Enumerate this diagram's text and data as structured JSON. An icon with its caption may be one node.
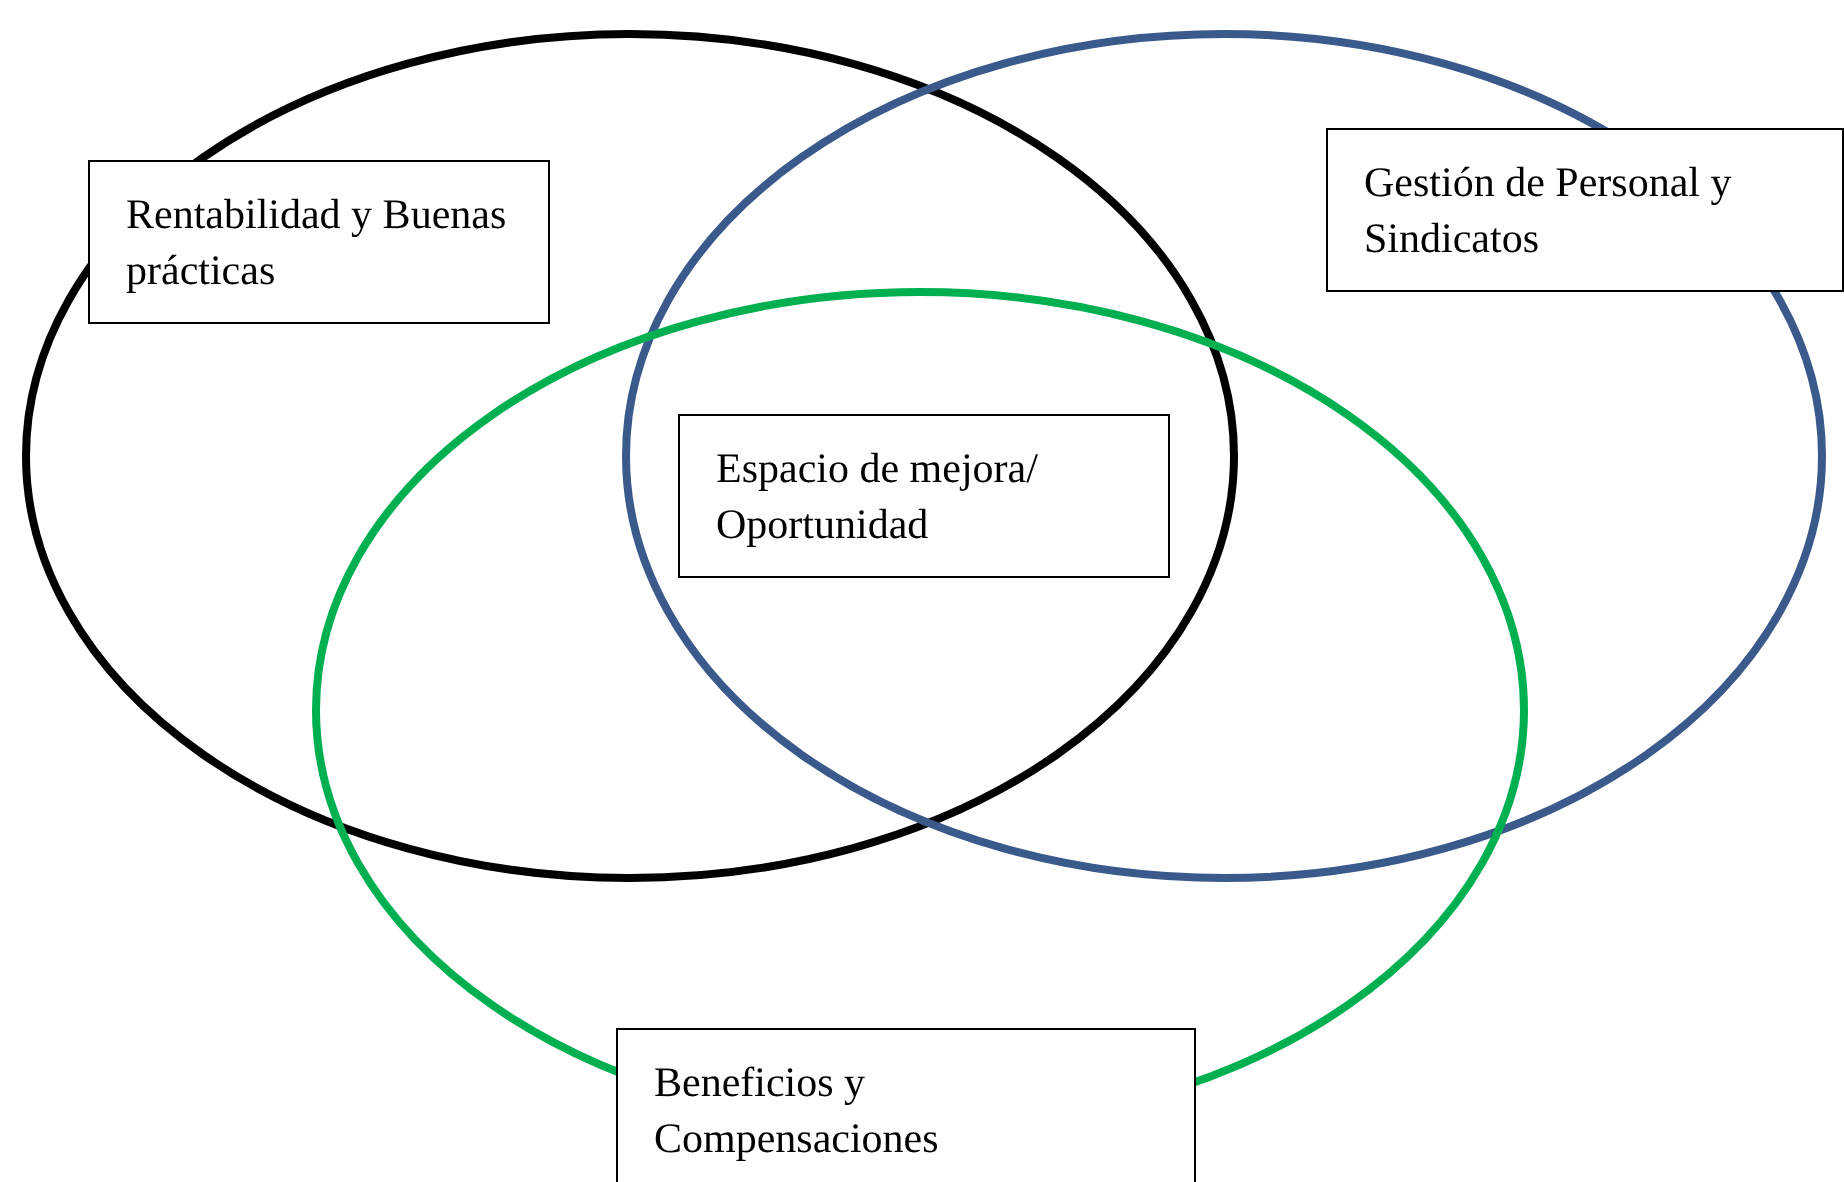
{
  "diagram": {
    "nodes": [
      {
        "text": [
          "Rentabilidad y Buenas prácticas"
        ]
      },
      {
        "text": [
          "Gestión de Personal y Sindicatos"
        ]
      },
      {
        "text": [
          "Espacio de mejora/ Oportunidad"
        ]
      },
      {
        "text": [
          "Beneficios y Compensaciones"
        ]
      }
    ]
  }
}
